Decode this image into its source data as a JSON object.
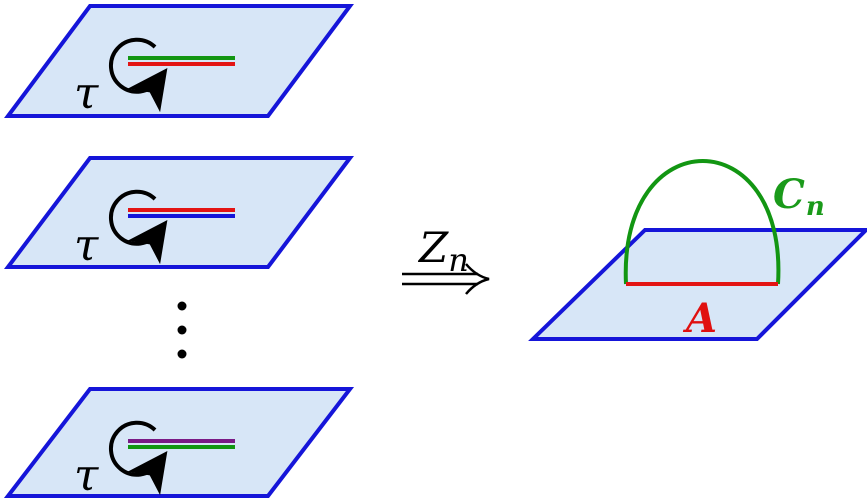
{
  "replica_sheets": [
    {
      "label": "τ",
      "upper_cut_color": "#129612",
      "lower_cut_color": "#e31414"
    },
    {
      "label": "τ",
      "upper_cut_color": "#e31414",
      "lower_cut_color": "#1515d9"
    },
    {
      "label": "τ",
      "upper_cut_color": "#7a1a86",
      "lower_cut_color": "#129612"
    }
  ],
  "ellipsis": "⋮",
  "arrow_label": {
    "main": "Z",
    "sub": "n"
  },
  "result": {
    "curve_label": {
      "main": "C",
      "sub": "n"
    },
    "interval_label": "A",
    "curve_color": "#129612",
    "interval_color": "#e31414"
  },
  "colors": {
    "sheet_fill": "#d7e6f7",
    "sheet_stroke": "#1515d9"
  }
}
